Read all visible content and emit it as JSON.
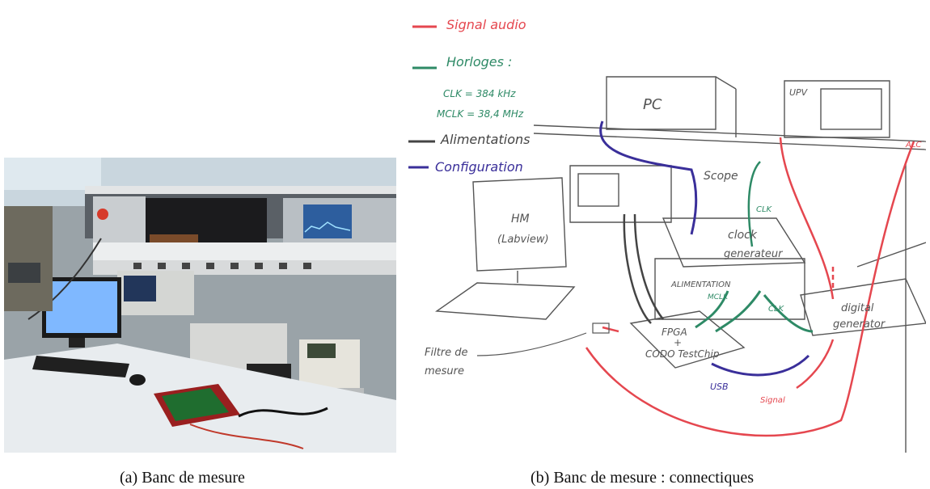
{
  "captions": {
    "a": "(a) Banc de mesure",
    "b": "(b) Banc de mesure : connectiques"
  },
  "sketch": {
    "legend": {
      "audio": "Signal audio",
      "clocks": "Horloges :",
      "clk": "CLK = 384 kHz",
      "mclk": "MCLK = 38,4 MHz",
      "power": "Alimentations",
      "config": "Configuration"
    },
    "labels": {
      "pc": "PC",
      "upv": "UPV",
      "scope": "Scope",
      "hmi_1": "HM",
      "hmi_2": "(Labview)",
      "clock_gen_1": "clock",
      "clock_gen_2": "generateur",
      "alim": "ALIMENTATION",
      "fpga_1": "FPGA",
      "fpga_2": "+",
      "fpga_3": "CODO TestChip",
      "digital_gen_1": "digital",
      "digital_gen_2": "generator",
      "filtre_1": "Filtre de",
      "filtre_2": "mesure",
      "usb": "USB",
      "signal": "Signal",
      "clk_scope": "CLK",
      "clk_fpga": "CLK",
      "mclk_arrow": "MCLK",
      "aux": "ALC"
    },
    "colors": {
      "audio": "#e5474f",
      "clock": "#2e8a66",
      "power": "#444444",
      "config": "#3a2f9a",
      "pencil": "#555555"
    }
  },
  "photo": {
    "monitor_screen": "#7fb8ff",
    "bench": "#e8ecef"
  }
}
